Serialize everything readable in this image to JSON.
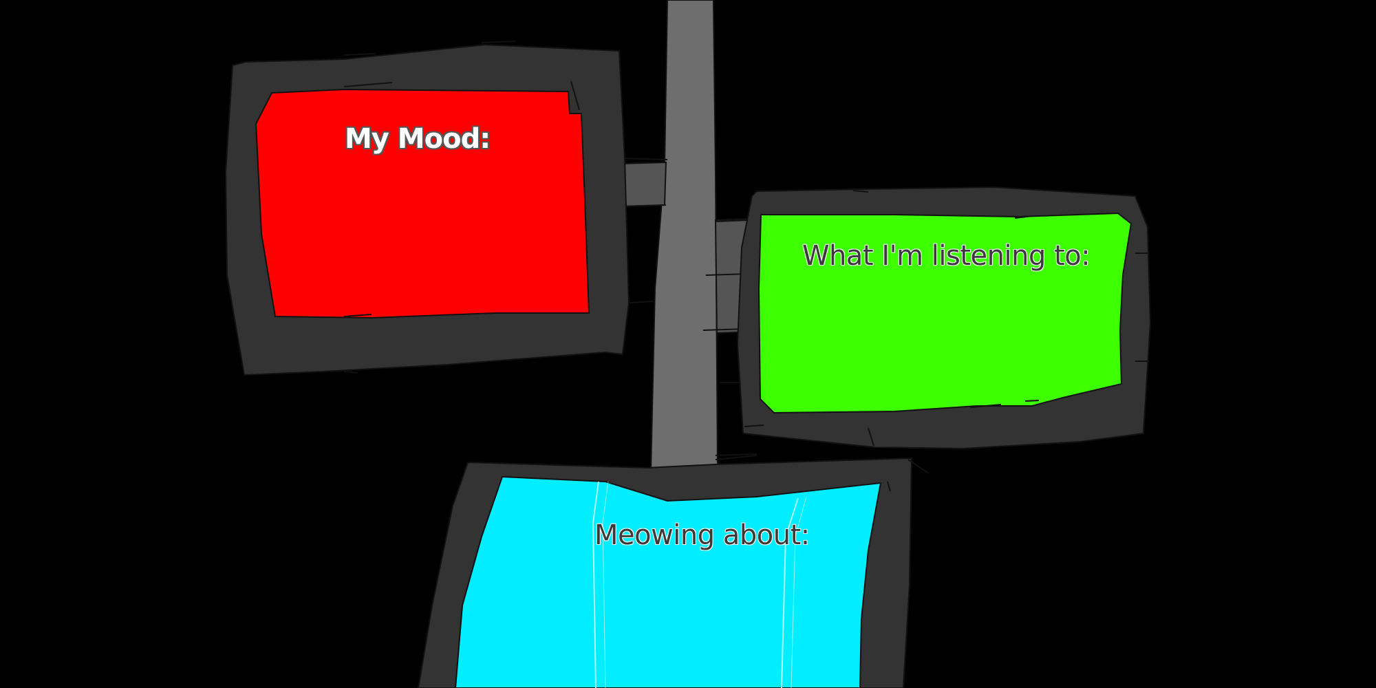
{
  "signs": {
    "mood": {
      "label": "My Mood:",
      "panel_color": "#ff0000"
    },
    "listening": {
      "label": "What I'm listening to:",
      "panel_color": "#3dff00"
    },
    "meowing": {
      "label": "Meowing about:",
      "panel_color": "#00eeff"
    }
  },
  "colors": {
    "background": "#000000",
    "frame": "#333333",
    "pole": "#6e6e6e",
    "sketch_line": "#111111"
  }
}
